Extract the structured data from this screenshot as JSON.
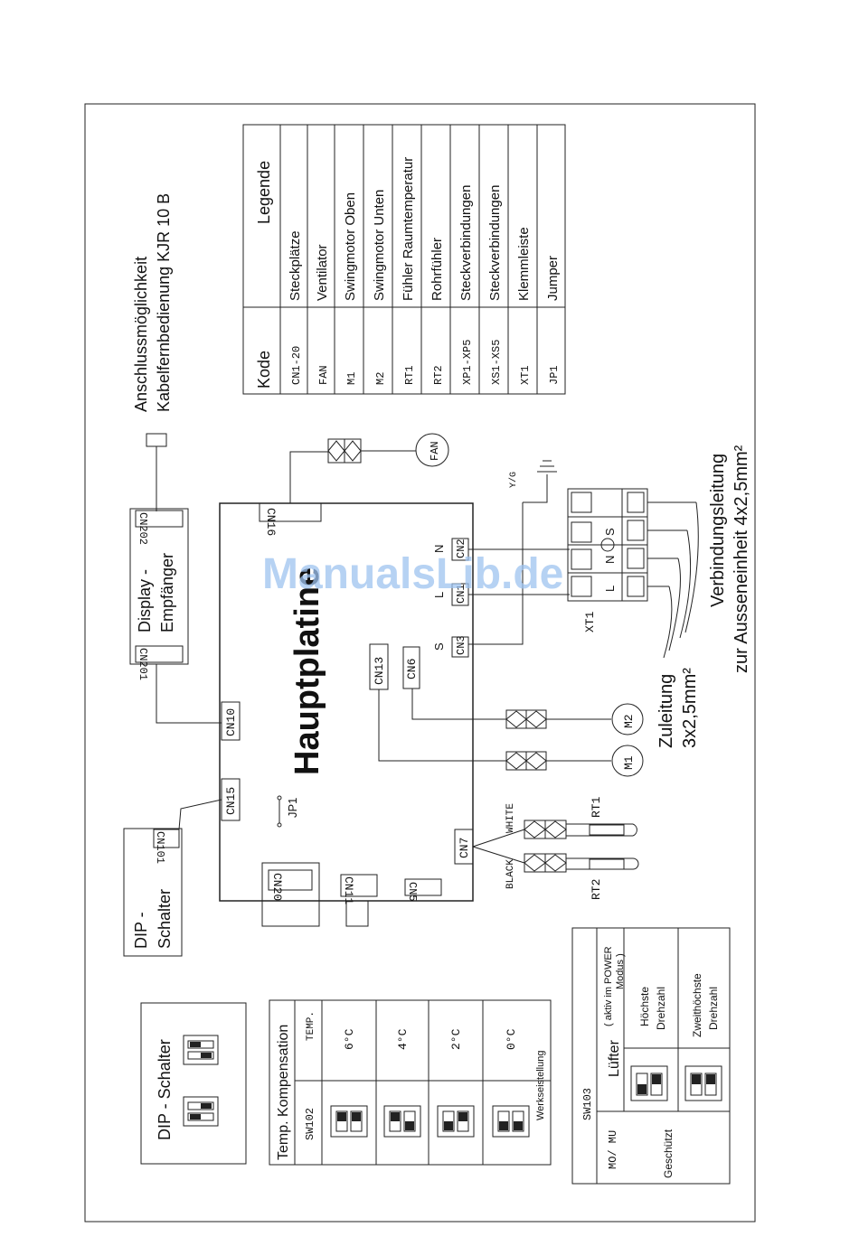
{
  "watermark": "ManualsLib.de",
  "legend": {
    "col_kode": "Kode",
    "col_legende": "Legende",
    "rows": [
      {
        "kode": "CN1-20",
        "text": "Steckplätze"
      },
      {
        "kode": "FAN",
        "text": "Ventilator"
      },
      {
        "kode": "M1",
        "text": "Swingmotor Oben"
      },
      {
        "kode": "M2",
        "text": "Swingmotor Unten"
      },
      {
        "kode": "RT1",
        "text": "Fühler Raumtemperatur"
      },
      {
        "kode": "RT2",
        "text": "Rohrfühler"
      },
      {
        "kode": "XP1-XP5",
        "text": "Steckverbindungen"
      },
      {
        "kode": "XS1-XS5",
        "text": "Steckverbindungen"
      },
      {
        "kode": "XT1",
        "text": "Klemmleiste"
      },
      {
        "kode": "JP1",
        "text": "Jumper"
      }
    ]
  },
  "remote": {
    "line1": "Anschlussmöglichkeit",
    "line2": "Kabelfernbedienung KJR 10 B"
  },
  "display_box": {
    "line1": "Display -",
    "line2": "Empfänger",
    "cn201": "CN201",
    "cn202": "CN202"
  },
  "dip_box": {
    "line1": "DIP -",
    "line2": "Schalter",
    "cn101": "CN101"
  },
  "mainboard": {
    "title": "Hauptplatine",
    "cn10": "CN10",
    "cn15": "CN15",
    "cn16": "CN16",
    "cn13": "CN13",
    "cn6": "CN6",
    "cn7": "CN7",
    "cn20": "CN20",
    "cn11": "CN11",
    "cn5": "CN5",
    "cn1": "CN1",
    "cn2": "CN2",
    "cn3": "CN3",
    "jp1": "JP1",
    "n": "N",
    "l": "L",
    "s": "S"
  },
  "components": {
    "fan": "FAN",
    "m1": "M1",
    "m2": "M2",
    "rt1": "RT1",
    "rt2": "RT2",
    "white": "WHITE",
    "black": "BLACK",
    "yg": "Y/G",
    "xt1": "XT1",
    "term_l": "L",
    "term_n": "N",
    "term_s": "S"
  },
  "cables": {
    "zuleitung1": "Zuleitung",
    "zuleitung2": "3x2,5mm²",
    "verbindung1": "Verbindungsleitung",
    "verbindung2": "zur Ausseneinheit  4x2,5mm²"
  },
  "dip_legend": {
    "title": "DIP - Schalter"
  },
  "temp_table": {
    "title": "Temp. Kompensation",
    "col_switch": "SW102",
    "col_temp": "TEMP.",
    "temps": [
      "6°C",
      "4°C",
      "2°C",
      "0°C"
    ],
    "werk": "Werkseistellung"
  },
  "fan_table": {
    "sw103": "SW103",
    "mo_mu": "MO/ MU",
    "luefter": "Lüfter",
    "aktiv": "( aktiv im POWER",
    "modus": "Modus )",
    "row1a": "Höchste",
    "row1b": "Drehzahl",
    "row2a": "Zweithöchste",
    "row2b": "Drehzahl",
    "geschuetzt": "Geschützt"
  }
}
